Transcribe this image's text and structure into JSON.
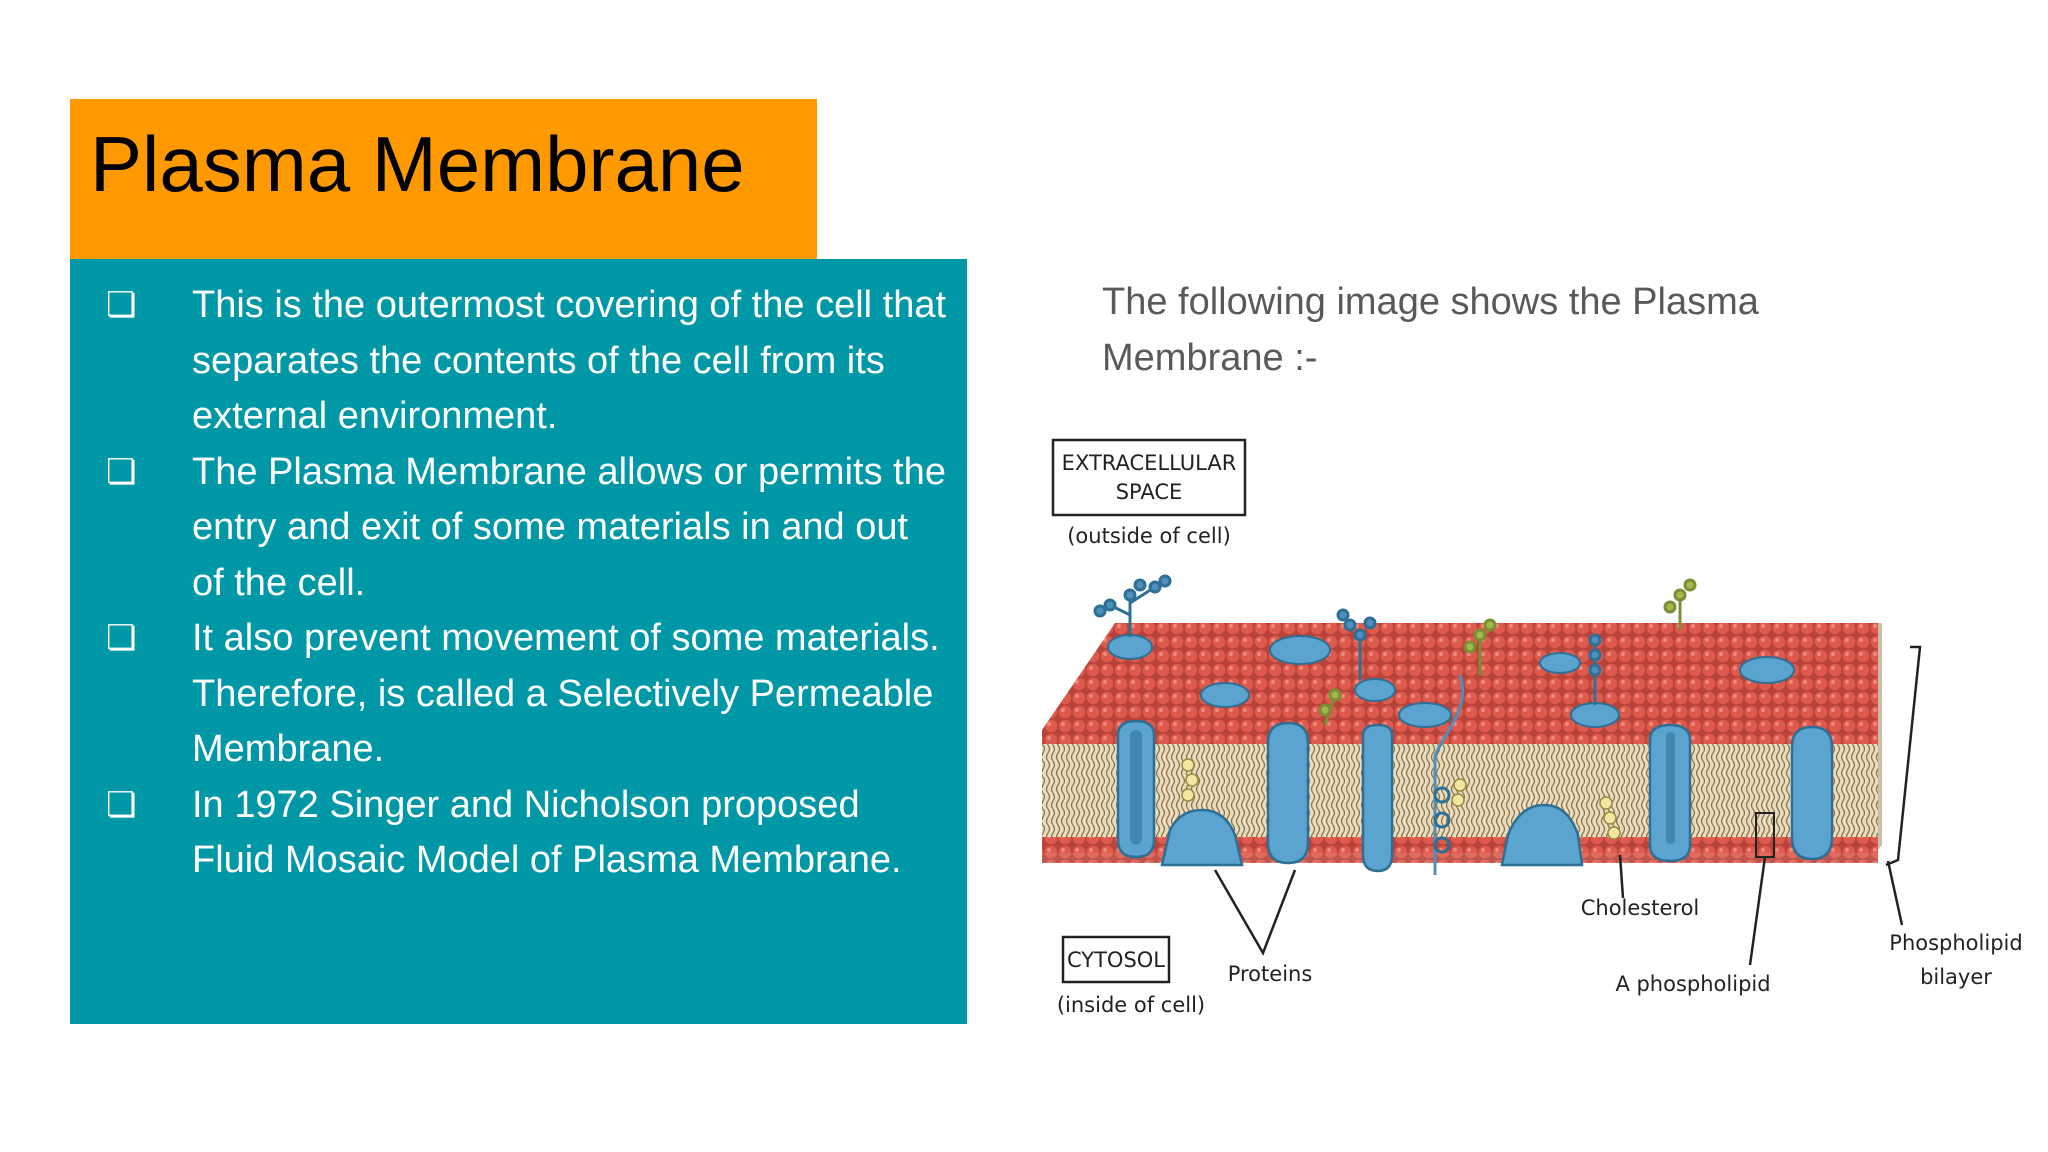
{
  "slide": {
    "title": "Plasma Membrane",
    "bullet_icon": "checkbox-square-icon",
    "bullets": [
      "This is the outermost covering of the cell that separates the contents of the cell from its external environment.",
      "The Plasma Membrane allows or permits the entry and exit of some materials in and out of the cell.",
      "It also prevent movement of some materials. Therefore, is called a Selectively Permeable Membrane.",
      "In 1972 Singer and Nicholson proposed Fluid Mosaic Model of Plasma Membrane."
    ],
    "intro": "The following image shows the Plasma Membrane :-"
  },
  "diagram": {
    "labels": {
      "extracellular_line1": "EXTRACELLULAR",
      "extracellular_line2": "SPACE",
      "extracellular_note": "(outside of cell)",
      "cytosol": "CYTOSOL",
      "cytosol_note": "(inside of cell)",
      "proteins": "Proteins",
      "cholesterol": "Cholesterol",
      "phospholipid": "A phospholipid",
      "bilayer_line1": "Phospholipid",
      "bilayer_line2": "bilayer"
    }
  },
  "colors": {
    "title_bg": "#ff9900",
    "body_bg": "#0097a7",
    "intro_text": "#595959",
    "head_red": "#d9574a",
    "protein_blue": "#5ba4cf"
  }
}
